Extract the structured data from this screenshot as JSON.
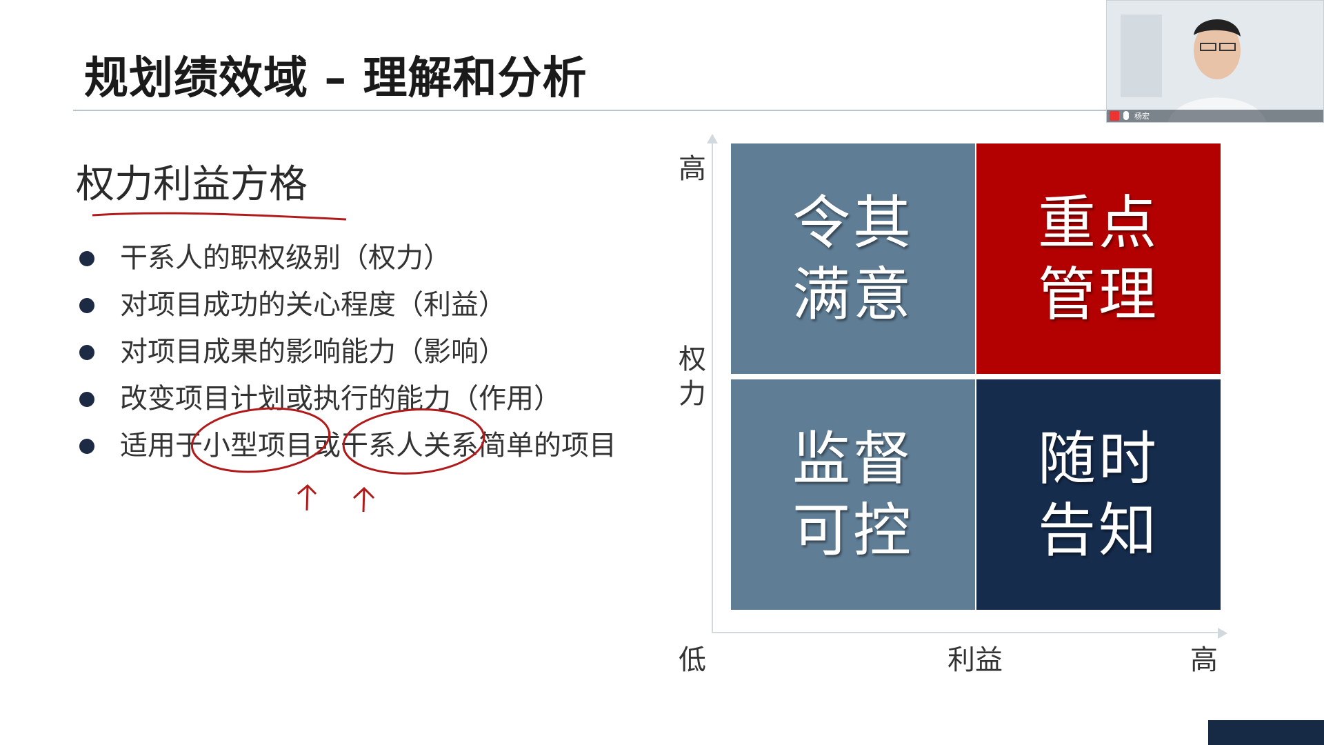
{
  "slide": {
    "title": "规划绩效域 – 理解和分析",
    "subtitle": "权力利益方格",
    "bullets": [
      "干系人的职权级别（权力）",
      "对项目成功的关心程度（利益）",
      "对项目成果的影响能力（影响）",
      "改变项目计划或执行的能力（作用）",
      "适用于小型项目或干系人关系简单的项目"
    ]
  },
  "grid": {
    "y_axis": {
      "high": "高",
      "label": "权力"
    },
    "x_axis": {
      "low": "低",
      "label": "利益",
      "high": "高"
    },
    "quadrants": {
      "top_left": "令其满意",
      "top_right": "重点管理",
      "bottom_left": "监督可控",
      "bottom_right": "随时告知"
    },
    "colors": {
      "grey_blue": "#5f7d95",
      "red": "#b30000",
      "navy": "#162c4d"
    }
  },
  "webcam": {
    "name": "杨宏"
  }
}
